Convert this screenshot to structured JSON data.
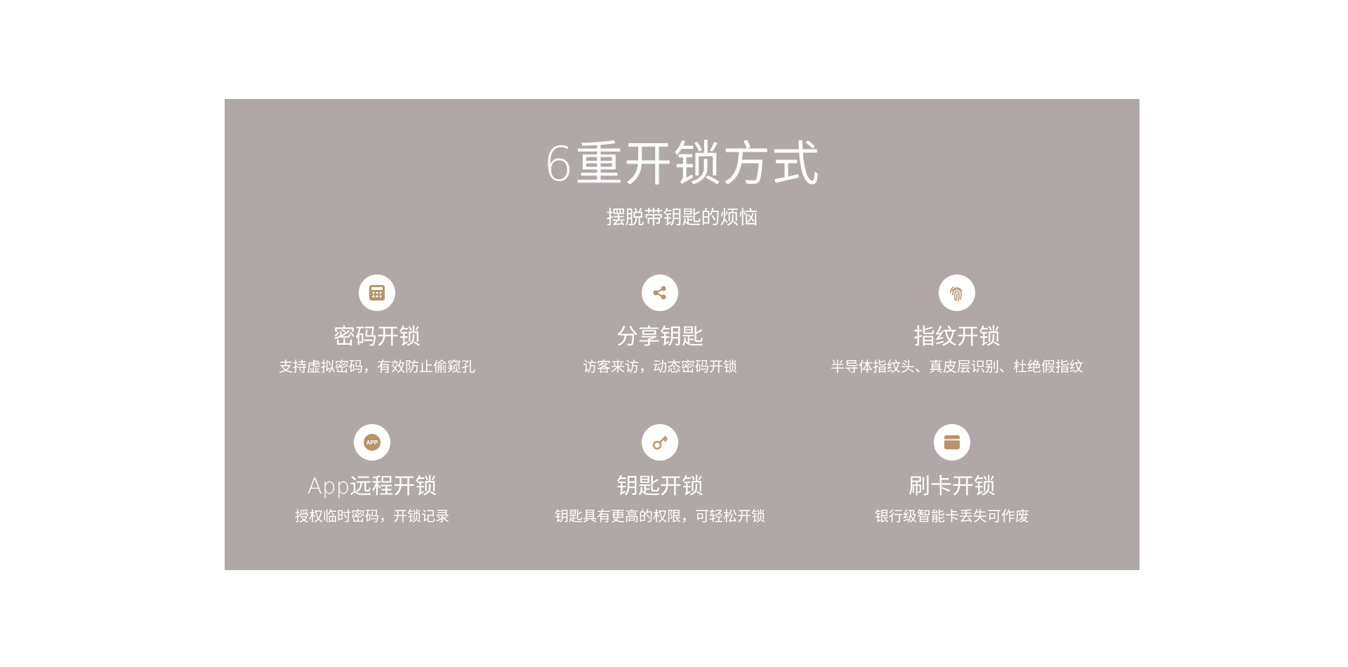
{
  "hero": {
    "title": "6重开锁方式",
    "subtitle": "摆脱带钥匙的烦恼"
  },
  "colors": {
    "panel_bg": "#afa8a6",
    "icon_gold": "#b8946a",
    "text": "#ffffff"
  },
  "features": [
    {
      "icon": "keypad-icon",
      "title": "密码开锁",
      "desc": "支持虚拟密码，有效防止偷窥孔"
    },
    {
      "icon": "share-icon",
      "title": "分享钥匙",
      "desc": "访客来访，动态密码开锁"
    },
    {
      "icon": "fingerprint-icon",
      "title": "指纹开锁",
      "desc": "半导体指纹头、真皮层识别、杜绝假指纹"
    },
    {
      "icon": "app-icon",
      "title": "App远程开锁",
      "desc": "授权临时密码，开锁记录"
    },
    {
      "icon": "key-icon",
      "title": "钥匙开锁",
      "desc": "钥匙具有更高的权限，可轻松开锁"
    },
    {
      "icon": "card-icon",
      "title": "刷卡开锁",
      "desc": "银行级智能卡丢失可作废"
    }
  ],
  "app_icon_text": "APP"
}
